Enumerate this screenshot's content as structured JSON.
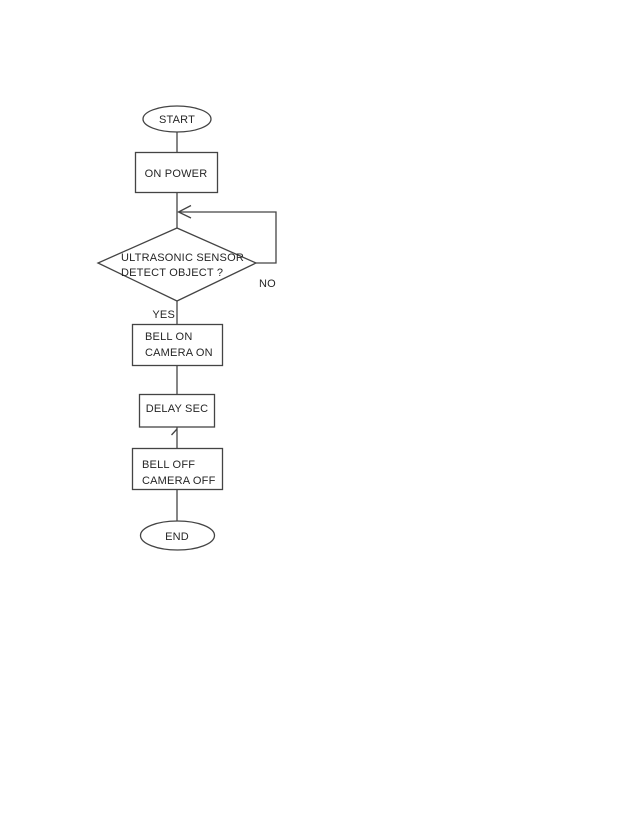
{
  "page": {
    "background": "#ffffff",
    "stroke_color": "#444444",
    "text_color": "#262626"
  },
  "flowchart": {
    "start": {
      "label": "START"
    },
    "on_power": {
      "label": "ON POWER"
    },
    "decision": {
      "line1": "ULTRASONIC SENSOR",
      "line2": "DETECT OBJECT ?"
    },
    "branch": {
      "no_label": "NO",
      "yes_label": "YES"
    },
    "bell_on": {
      "line1": "BELL ON",
      "line2": "CAMERA ON"
    },
    "delay": {
      "label": "DELAY SEC"
    },
    "bell_off": {
      "line1": "BELL OFF",
      "line2": "CAMERA OFF"
    },
    "end": {
      "label": "END"
    }
  }
}
